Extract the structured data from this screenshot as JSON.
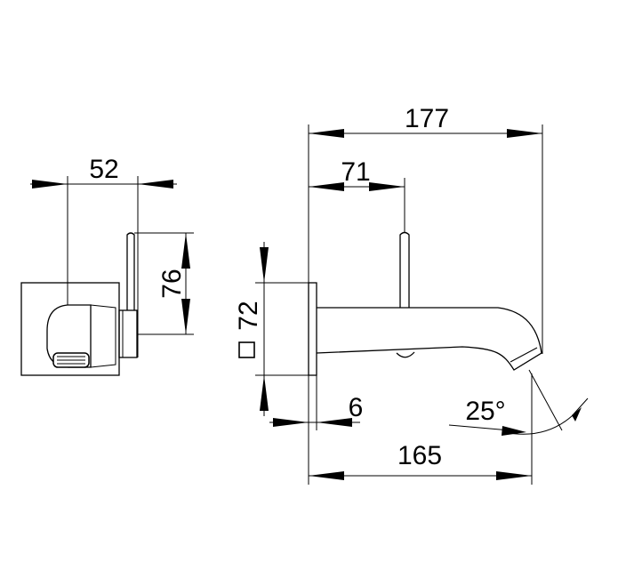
{
  "dimensions": {
    "side_width": "52",
    "lever_height": "76",
    "plate_size": "72",
    "total_length": "177",
    "lever_offset": "71",
    "plate_thickness": "6",
    "spout_length": "165",
    "outlet_angle": "25°"
  }
}
